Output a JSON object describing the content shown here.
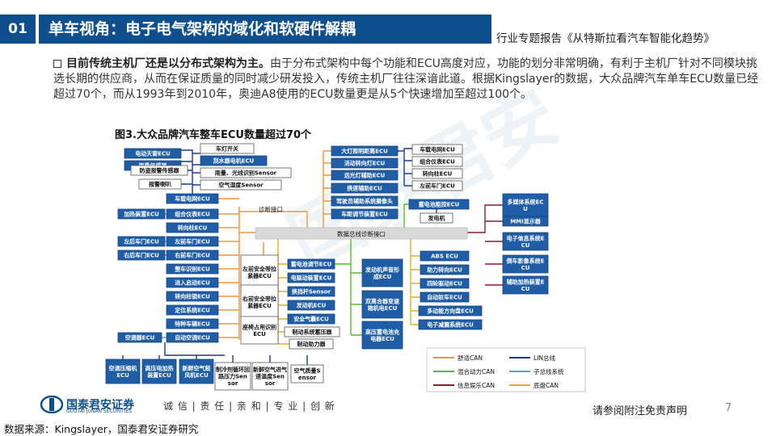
{
  "header": {
    "number": "01",
    "title": "单车视角：电子电气架构的域化和软硬件解耦",
    "subtitle": "行业专题报告《从特斯拉看汽车智能化趋势》"
  },
  "body": {
    "bold": "目前传统主机厂还是以分布式架构为主。",
    "text": "由于分布式架构中每个功能和ECU高度对应，功能的划分非常明确，有利于主机厂针对不同模块挑选长期的供应商，从而在保证质量的同时减少研发投入，传统主机厂往往深谙此道。根据Kingslayer的数据，大众品牌汽车单车ECU数量已经超过70个，而从1993年到2010年，奥迪A8使用的ECU数量更是从5个快速增加至超过100个。"
  },
  "figure": {
    "title": "图3.大众品牌汽车整车ECU数量超过70个",
    "bus_label": "数据总线诊断接口",
    "diag_label": "诊断接口",
    "boxes": [
      {
        "id": "b1",
        "label": "电动天窗ECU",
        "style": "blue"
      },
      {
        "id": "b2",
        "label": "车灯开关",
        "style": "white"
      },
      {
        "id": "b3",
        "label": "雨量传感器",
        "style": "blue"
      },
      {
        "id": "b4",
        "label": "刮水器电机ECU",
        "style": "blue"
      },
      {
        "id": "b5",
        "label": "防盗报警传感器",
        "style": "white"
      },
      {
        "id": "b6",
        "label": "雨量、光线识别Sensor",
        "style": "white"
      },
      {
        "id": "b7",
        "label": "报警喇叭",
        "style": "white"
      },
      {
        "id": "b8",
        "label": "空气湿度Sensor",
        "style": "white"
      },
      {
        "id": "b9",
        "label": "车载电网ECU",
        "style": "blue"
      },
      {
        "id": "b10",
        "label": "加热装置ECU",
        "style": "blue"
      },
      {
        "id": "b11",
        "label": "组合仪表ECU",
        "style": "blue"
      },
      {
        "id": "b12",
        "label": "转向柱ECU",
        "style": "blue"
      },
      {
        "id": "b13",
        "label": "左后车门ECU",
        "style": "blue"
      },
      {
        "id": "b14",
        "label": "左前车门ECU",
        "style": "blue"
      },
      {
        "id": "b15",
        "label": "右后车门ECU",
        "style": "blue"
      },
      {
        "id": "b16",
        "label": "右前车门ECU",
        "style": "blue"
      },
      {
        "id": "b17",
        "label": "整车识别ECU",
        "style": "blue"
      },
      {
        "id": "b18",
        "label": "进入启动ECU",
        "style": "blue"
      },
      {
        "id": "b19",
        "label": "转向柱锁ECU",
        "style": "blue"
      },
      {
        "id": "b20",
        "label": "定位系统ECU",
        "style": "blue"
      },
      {
        "id": "b21",
        "label": "特种车辆ECU",
        "style": "blue"
      },
      {
        "id": "b22",
        "label": "空调器ECU",
        "style": "blue"
      },
      {
        "id": "b23",
        "label": "自动空调ECU",
        "style": "blue"
      },
      {
        "id": "b24",
        "label": "左前安全带拉紧器ECU",
        "style": "white"
      },
      {
        "id": "b25",
        "label": "右前安全带拉紧器ECU",
        "style": "white"
      },
      {
        "id": "b26",
        "label": "座椅占用识别ECU",
        "style": "white"
      },
      {
        "id": "b27",
        "label": "空调压缩机ECU",
        "style": "blue"
      },
      {
        "id": "b28",
        "label": "高压电加热装置ECU",
        "style": "blue"
      },
      {
        "id": "b29",
        "label": "新鲜空气鼓风机ECU",
        "style": "blue"
      },
      {
        "id": "b30",
        "label": "制冷剂循环回路压力Sensor",
        "style": "white"
      },
      {
        "id": "b31",
        "label": "新鲜空气进气道温度Sensor",
        "style": "white"
      },
      {
        "id": "b32",
        "label": "空气质量Sensor",
        "style": "white"
      },
      {
        "id": "b33",
        "label": "大灯照明距离ECU",
        "style": "blue"
      },
      {
        "id": "b34",
        "label": "车载电网ECU",
        "style": "white"
      },
      {
        "id": "b35",
        "label": "活动转向灯ECU",
        "style": "blue"
      },
      {
        "id": "b36",
        "label": "组合仪表ECU",
        "style": "white"
      },
      {
        "id": "b37",
        "label": "远光灯辅助ECU",
        "style": "blue"
      },
      {
        "id": "b38",
        "label": "转向柱ECU",
        "style": "white"
      },
      {
        "id": "b39",
        "label": "换道辅助ECU",
        "style": "blue"
      },
      {
        "id": "b40",
        "label": "左前车门ECU",
        "style": "white"
      },
      {
        "id": "b41",
        "label": "驾驶员辅助系统摄像头",
        "style": "blue"
      },
      {
        "id": "b42",
        "label": "车距调节装置ECU",
        "style": "blue"
      },
      {
        "id": "b43",
        "label": "蓄电池能控ECU",
        "style": "blue"
      },
      {
        "id": "b44",
        "label": "发电机",
        "style": "white"
      },
      {
        "id": "b45",
        "label": "多媒体系统ECU",
        "style": "blue"
      },
      {
        "id": "b46",
        "label": "MMI显示器",
        "style": "blue"
      },
      {
        "id": "b47",
        "label": "电子信息系统ECU",
        "style": "blue"
      },
      {
        "id": "b48",
        "label": "倒车影像系统ECU",
        "style": "blue"
      },
      {
        "id": "b49",
        "label": "辅助加热装置ECU",
        "style": "blue"
      },
      {
        "id": "b50",
        "label": "蓄电池调节ECU",
        "style": "blue"
      },
      {
        "id": "b51",
        "label": "电驱动装置ECU",
        "style": "blue"
      },
      {
        "id": "b52",
        "label": "换挡杆Sensor",
        "style": "blue"
      },
      {
        "id": "b53",
        "label": "发动机ECU",
        "style": "blue"
      },
      {
        "id": "b54",
        "label": "安全气囊ECU",
        "style": "blue"
      },
      {
        "id": "b55",
        "label": "制动系统蓄压器",
        "style": "white"
      },
      {
        "id": "b56",
        "label": "制动助力器",
        "style": "white"
      },
      {
        "id": "b57",
        "label": "发动机声音形成ECU",
        "style": "blue"
      },
      {
        "id": "b58",
        "label": "双离合器变速箱机电ECU",
        "style": "blue"
      },
      {
        "id": "b59",
        "label": "高压蓄电池充电器ECU",
        "style": "blue"
      },
      {
        "id": "b60",
        "label": "ABS ECU",
        "style": "blue"
      },
      {
        "id": "b61",
        "label": "助力转向ECU",
        "style": "blue"
      },
      {
        "id": "b62",
        "label": "四轮驱动ECU",
        "style": "blue"
      },
      {
        "id": "b63",
        "label": "自动驻车ECU",
        "style": "blue"
      },
      {
        "id": "b64",
        "label": "多动能方向盘ECU",
        "style": "blue"
      },
      {
        "id": "b65",
        "label": "电子减震系统ECU",
        "style": "blue"
      }
    ],
    "legend": [
      {
        "label": "舒适CAN",
        "color": "#f0953a"
      },
      {
        "label": "LIN总线",
        "color": "#1f3b8c"
      },
      {
        "label": "混合动力CAN",
        "color": "#5fb832"
      },
      {
        "label": "子总线系统",
        "color": "#6b98c9"
      },
      {
        "label": "信息娱乐CAN",
        "color": "#8a1c2b"
      },
      {
        "label": "底盘CAN",
        "color": "#d6b42a"
      }
    ],
    "watermark": "国泰君安"
  },
  "footer": {
    "brand_cn": "国泰君安证券",
    "brand_en": "GUOTAI JUNAN SECURITIES",
    "slogan": "诚 信 | 责 任 | 亲 和 | 专 业 | 创 新",
    "disclaimer": "请参阅附注免责声明",
    "page": "7"
  },
  "source": "数据来源：Kingslayer，国泰君安证券研究",
  "colors": {
    "primary": "#0f4f8e",
    "box_blue": "#1f5ea6",
    "bus_gray": "#d9d9d9"
  }
}
